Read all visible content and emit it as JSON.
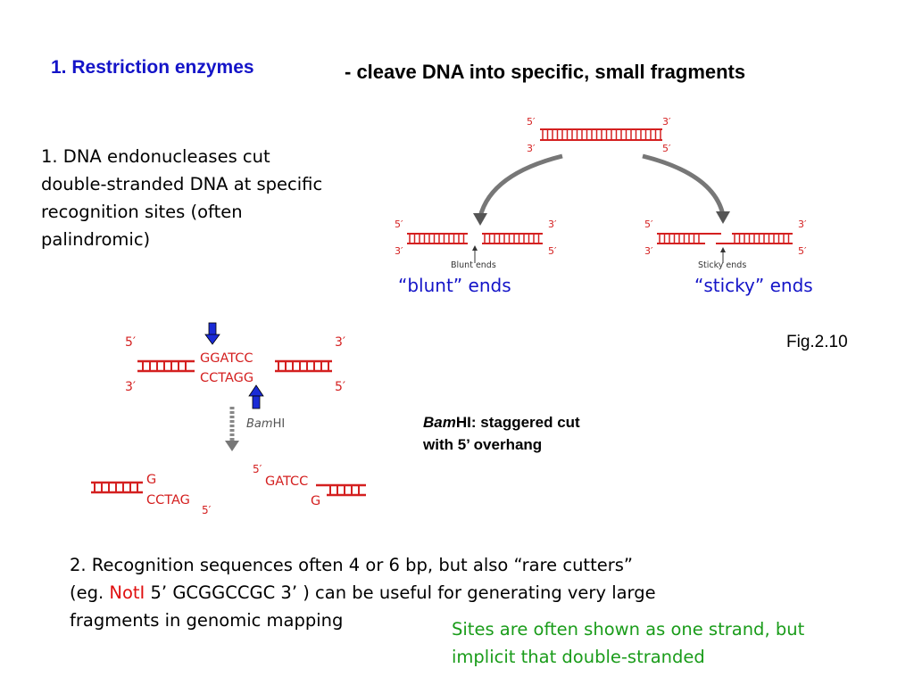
{
  "slide": {
    "title": "1. Restriction enzymes",
    "subtitle": "- cleave DNA into specific, small fragments",
    "point1": "1. DNA endonucleases cut double-stranded DNA at specific recognition sites (often palindromic)",
    "point2": {
      "line1": "2. Recognition sequences often 4 or 6 bp, but also “rare cutters”",
      "line2_prefix": "(eg.",
      "enzyme": "NotI",
      "line2_suffix": "5’ GCGGCCGC 3’ ) can be useful for generating very large",
      "line3": "fragments in genomic mapping"
    },
    "note": "Sites are often shown as one strand, but implicit that double-stranded",
    "fig_label": "Fig.2.10",
    "bam_caption": {
      "italic": "Bam",
      "rest": "HI: staggered cut",
      "line2": "with 5’ overhang"
    }
  },
  "figure_top": {
    "five_prime": "5′",
    "three_prime": "3′",
    "blunt_caption": "Blunt ends",
    "sticky_caption": "Sticky ends",
    "blunt_label": "“blunt” ends",
    "sticky_label": "“sticky” ends"
  },
  "figure_bam": {
    "five_prime": "5′",
    "three_prime": "3′",
    "top_seq": "GGATCC",
    "bottom_seq": "CCTAGG",
    "enzyme_italic": "Bam",
    "enzyme_rest": "HI",
    "left_frag_top": "G",
    "left_frag_bottom": "CCTAG",
    "right_frag_top": "GATCC",
    "right_frag_bottom": "G"
  },
  "colors": {
    "title": "#1414c8",
    "dna": "#d42020",
    "arrow": "#1a2bd6",
    "note": "#1a9c1a",
    "enzyme": "#e01010"
  }
}
